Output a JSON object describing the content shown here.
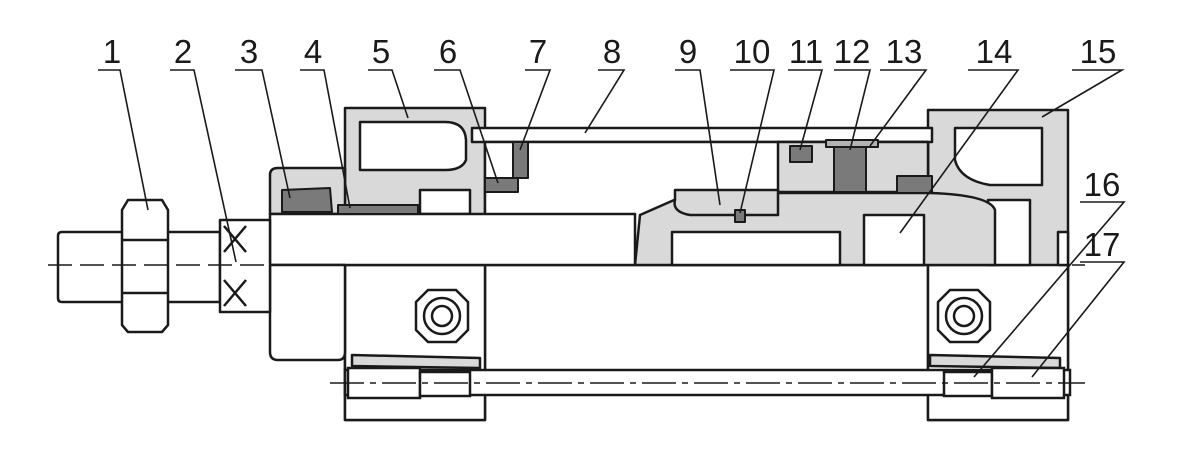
{
  "diagram": {
    "callouts": [
      {
        "label": "1"
      },
      {
        "label": "2"
      },
      {
        "label": "3"
      },
      {
        "label": "4"
      },
      {
        "label": "5"
      },
      {
        "label": "6"
      },
      {
        "label": "7"
      },
      {
        "label": "8"
      },
      {
        "label": "9"
      },
      {
        "label": "10"
      },
      {
        "label": "11"
      },
      {
        "label": "12"
      },
      {
        "label": "13"
      },
      {
        "label": "14"
      },
      {
        "label": "15"
      },
      {
        "label": "16"
      },
      {
        "label": "17"
      }
    ],
    "colors": {
      "line": "#1a1a1a",
      "body_fill": "#ffffff",
      "section_fill": "#d9d9d9",
      "dark_part": "#7a7a7a",
      "mid_part": "#b3b3b3"
    }
  }
}
